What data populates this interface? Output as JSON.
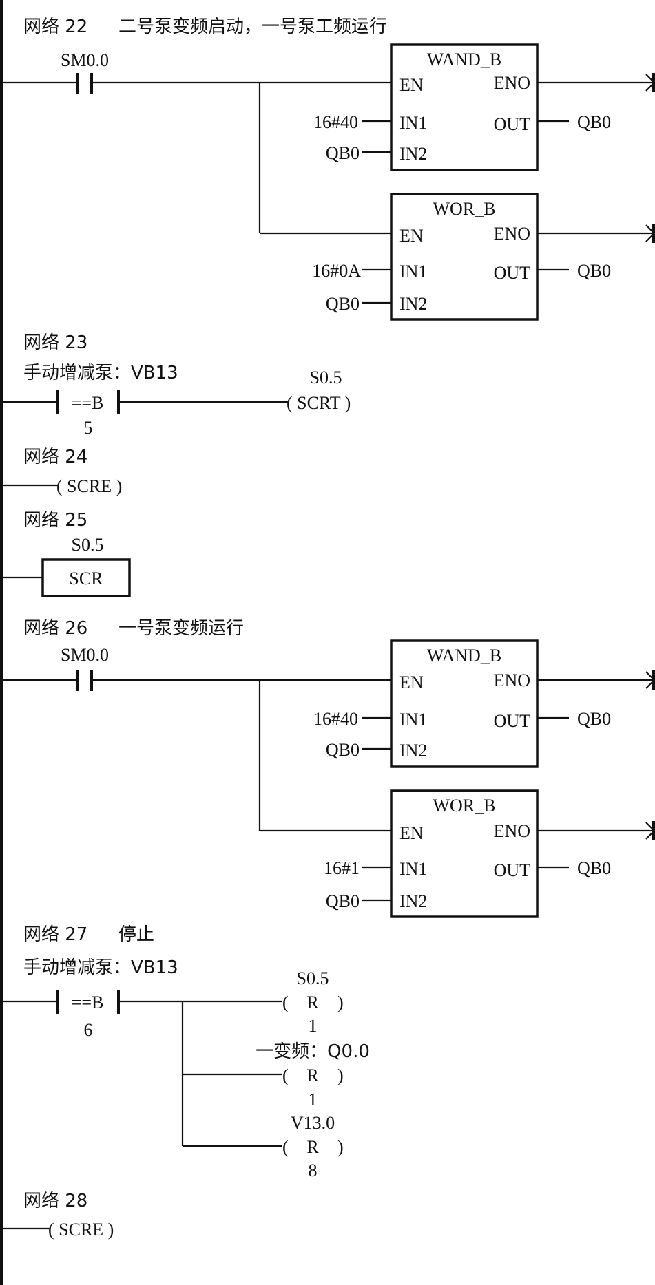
{
  "networks": [
    {
      "id": "22",
      "title": "网络 22",
      "comment": "二号泵变频启动，一号泵工频运行",
      "contact": "SM0.0",
      "blocks": [
        {
          "name": "WAND_B",
          "en": "EN",
          "eno": "ENO",
          "in1_pin": "IN1",
          "in2_pin": "IN2",
          "out_pin": "OUT",
          "in1": "16#40",
          "in2": "QB0",
          "out": "QB0"
        },
        {
          "name": "WOR_B",
          "en": "EN",
          "eno": "ENO",
          "in1_pin": "IN1",
          "in2_pin": "IN2",
          "out_pin": "OUT",
          "in1": "16#0A",
          "in2": "QB0",
          "out": "QB0"
        }
      ]
    },
    {
      "id": "23",
      "title": "网络 23",
      "compare_operand": "手动增减泵：VB13",
      "compare_op": "==B",
      "compare_value": "5",
      "coil_address": "S0.5",
      "coil": "( SCRT )"
    },
    {
      "id": "24",
      "title": "网络 24",
      "coil": "( SCRE )"
    },
    {
      "id": "25",
      "title": "网络 25",
      "box_address": "S0.5",
      "box": "SCR"
    },
    {
      "id": "26",
      "title": "网络 26",
      "comment": "一号泵变频运行",
      "contact": "SM0.0",
      "blocks": [
        {
          "name": "WAND_B",
          "en": "EN",
          "eno": "ENO",
          "in1_pin": "IN1",
          "in2_pin": "IN2",
          "out_pin": "OUT",
          "in1": "16#40",
          "in2": "QB0",
          "out": "QB0"
        },
        {
          "name": "WOR_B",
          "en": "EN",
          "eno": "ENO",
          "in1_pin": "IN1",
          "in2_pin": "IN2",
          "out_pin": "OUT",
          "in1": "16#1",
          "in2": "QB0",
          "out": "QB0"
        }
      ]
    },
    {
      "id": "27",
      "title": "网络 27",
      "comment": "停止",
      "compare_operand": "手动增减泵：VB13",
      "compare_op": "==B",
      "compare_value": "6",
      "coils": [
        {
          "address": "S0.5",
          "type": "R",
          "count": "1"
        },
        {
          "address": "一变频：Q0.0",
          "type": "R",
          "count": "1"
        },
        {
          "address": "V13.0",
          "type": "R",
          "count": "8"
        }
      ]
    },
    {
      "id": "28",
      "title": "网络 28",
      "coil": "( SCRE )"
    }
  ]
}
